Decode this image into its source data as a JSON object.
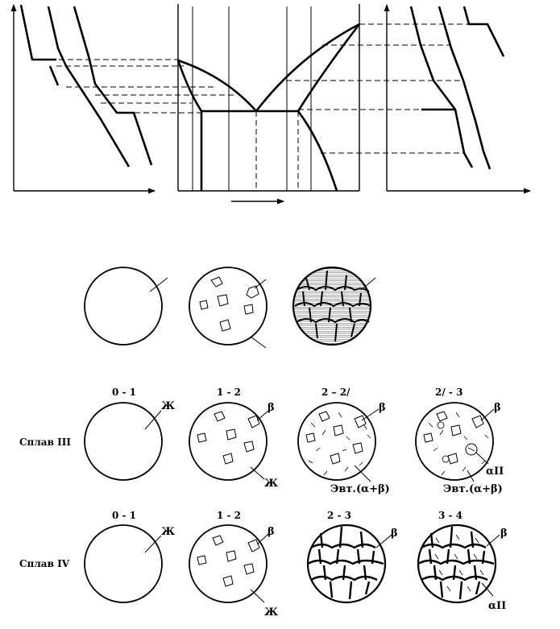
{
  "labels": {
    "liquid": "Ж",
    "beta": "β",
    "alpha_II": "αII",
    "eutectic": "Эвт.(α+β)"
  },
  "rows": [
    {
      "name": "Сплав III",
      "stages": [
        "0 - 1",
        "1 - 2",
        "2 – 2/",
        "2/ - 3"
      ]
    },
    {
      "name": "Сплав IV",
      "stages": [
        "0 - 1",
        "1 - 2",
        "2 - 3",
        "3 - 4"
      ]
    }
  ]
}
